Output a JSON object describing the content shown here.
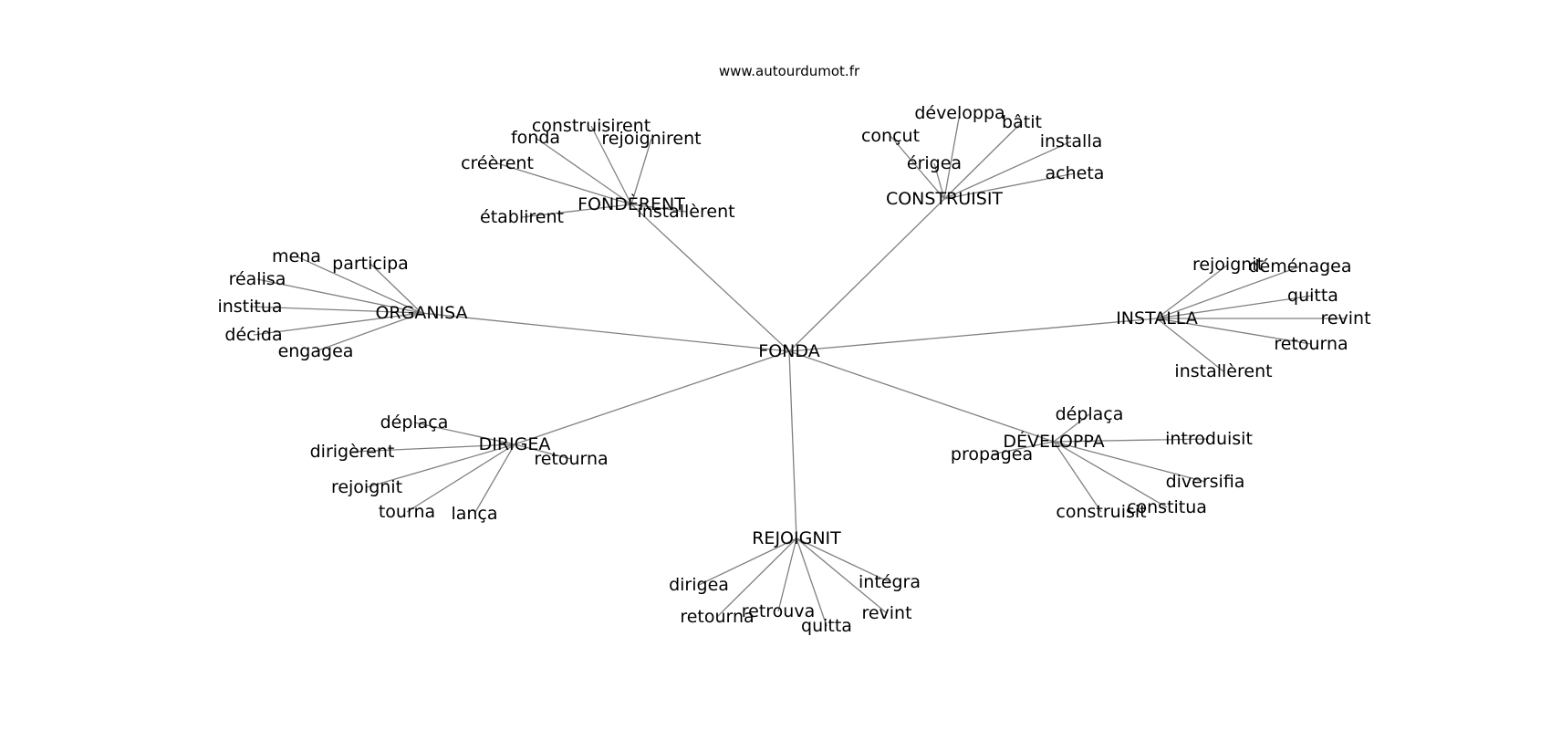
{
  "site": "www.autourdumot.fr",
  "colors": {
    "edge": "#808080",
    "text": "#000000",
    "background": "#ffffff"
  },
  "root": "FONDA",
  "clusters": [
    {
      "id": "fonderent",
      "label": "FONDÈRENT",
      "words": [
        "construisirent",
        "fonda",
        "rejoignirent",
        "créèrent",
        "établirent",
        "installèrent"
      ]
    },
    {
      "id": "construisit",
      "label": "CONSTRUISIT",
      "words": [
        "développa",
        "bâtit",
        "conçut",
        "installa",
        "érigea",
        "acheta"
      ]
    },
    {
      "id": "organisa",
      "label": "ORGANISA",
      "words": [
        "mena",
        "participa",
        "réalisa",
        "institua",
        "décida",
        "engagea"
      ]
    },
    {
      "id": "installa",
      "label": "INSTALLA",
      "words": [
        "rejoignit",
        "déménagea",
        "quitta",
        "revint",
        "retourna",
        "installèrent"
      ]
    },
    {
      "id": "dirigea",
      "label": "DIRIGEA",
      "words": [
        "déplaça",
        "dirigèrent",
        "retourna",
        "rejoignit",
        "tourna",
        "lança"
      ]
    },
    {
      "id": "developpa",
      "label": "DÉVELOPPA",
      "words": [
        "déplaça",
        "introduisit",
        "propagea",
        "diversifia",
        "construisit",
        "constitua"
      ]
    },
    {
      "id": "rejoignit",
      "label": "REJOIGNIT",
      "words": [
        "dirigea",
        "intégra",
        "retrouva",
        "retourna",
        "revint",
        "quitta"
      ]
    }
  ]
}
